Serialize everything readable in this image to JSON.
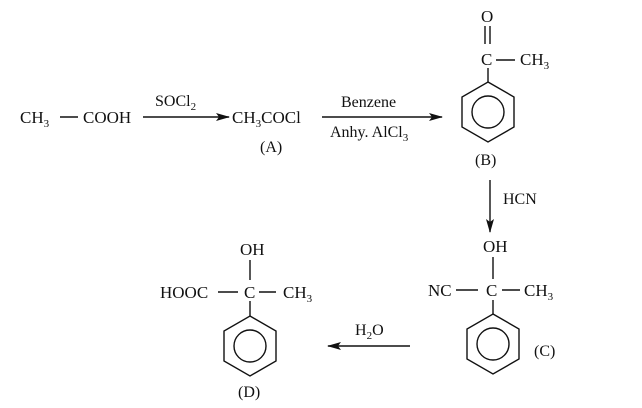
{
  "start": {
    "left": "CH",
    "left_sub": "3",
    "bond": "—",
    "right": "COOH"
  },
  "step1": {
    "reagent": "SOCl",
    "reagent_sub": "2"
  },
  "A": {
    "formula_a": "CH",
    "formula_sub": "3",
    "formula_b": "COCl",
    "label": "(A)"
  },
  "step2": {
    "reagent_top": "Benzene",
    "reagent_bottom": "Anhy. AlCl",
    "reagent_bottom_sub": "3"
  },
  "B": {
    "oxygen": "O",
    "carbon": "C",
    "bond": "—",
    "methyl": "CH",
    "methyl_sub": "3",
    "label": "(B)"
  },
  "step3": {
    "reagent": "HCN"
  },
  "C": {
    "hydroxyl": "OH",
    "nitrile": "NC",
    "carbon": "C",
    "methyl": "CH",
    "methyl_sub": "3",
    "label": "(C)"
  },
  "step4": {
    "reagent": "H",
    "reagent_sub": "2",
    "reagent_end": "O"
  },
  "D": {
    "hydroxyl": "OH",
    "acid": "HOOC",
    "carbon": "C",
    "methyl": "CH",
    "methyl_sub": "3",
    "label": "(D)"
  }
}
